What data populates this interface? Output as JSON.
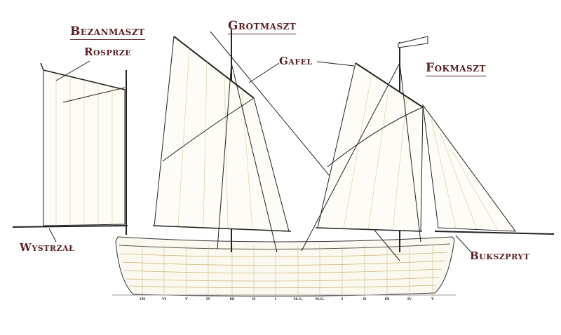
{
  "labels": {
    "bezanmaszt": "Bezanmaszt",
    "grotmaszt": "Grotmaszt",
    "fokmaszt": "Fokmaszt",
    "rosprze": "Rosprze",
    "gafel": "Gafel",
    "wystrzal": "Wystrzał",
    "bukszpryt": "Bukszpryt"
  },
  "frames": [
    "VII",
    "VI",
    "V",
    "IV",
    "III",
    "II",
    "I",
    "M.G.",
    "M.G.",
    "I",
    "II",
    "III",
    "IV",
    "V"
  ],
  "colors": {
    "label": "#5a1f22",
    "line": "#222222",
    "hull": "#c9b27a"
  }
}
